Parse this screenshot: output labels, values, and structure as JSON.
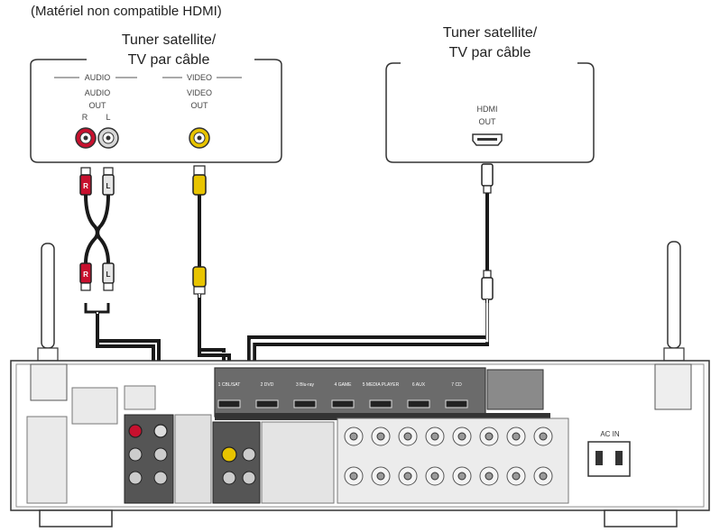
{
  "note": "(Matériel non compatible HDMI)",
  "left_device": {
    "title_line1": "Tuner satellite/",
    "title_line2": "TV par câble",
    "audio_group": "AUDIO",
    "video_group": "VIDEO",
    "audio_out_line1": "AUDIO",
    "audio_out_line2": "OUT",
    "video_out_line1": "VIDEO",
    "video_out_line2": "OUT",
    "channel_r": "R",
    "channel_l": "L"
  },
  "right_device": {
    "title_line1": "Tuner satellite/",
    "title_line2": "TV par câble",
    "hdmi_line1": "HDMI",
    "hdmi_line2": "OUT"
  },
  "receiver": {
    "hdmi_inputs": [
      "1 CBL/SAT",
      "2 DVD",
      "3 Blu-ray",
      "4 GAME",
      "5 MEDIA PLAYER",
      "6 AUX",
      "7 CD"
    ],
    "ac_in": "AC IN"
  },
  "colors": {
    "audio_red": "#c8102e",
    "audio_white": "#e6e6e6",
    "video_yellow": "#e8c400",
    "cable": "#1a1a1a",
    "panel": "#f2f2f2"
  }
}
